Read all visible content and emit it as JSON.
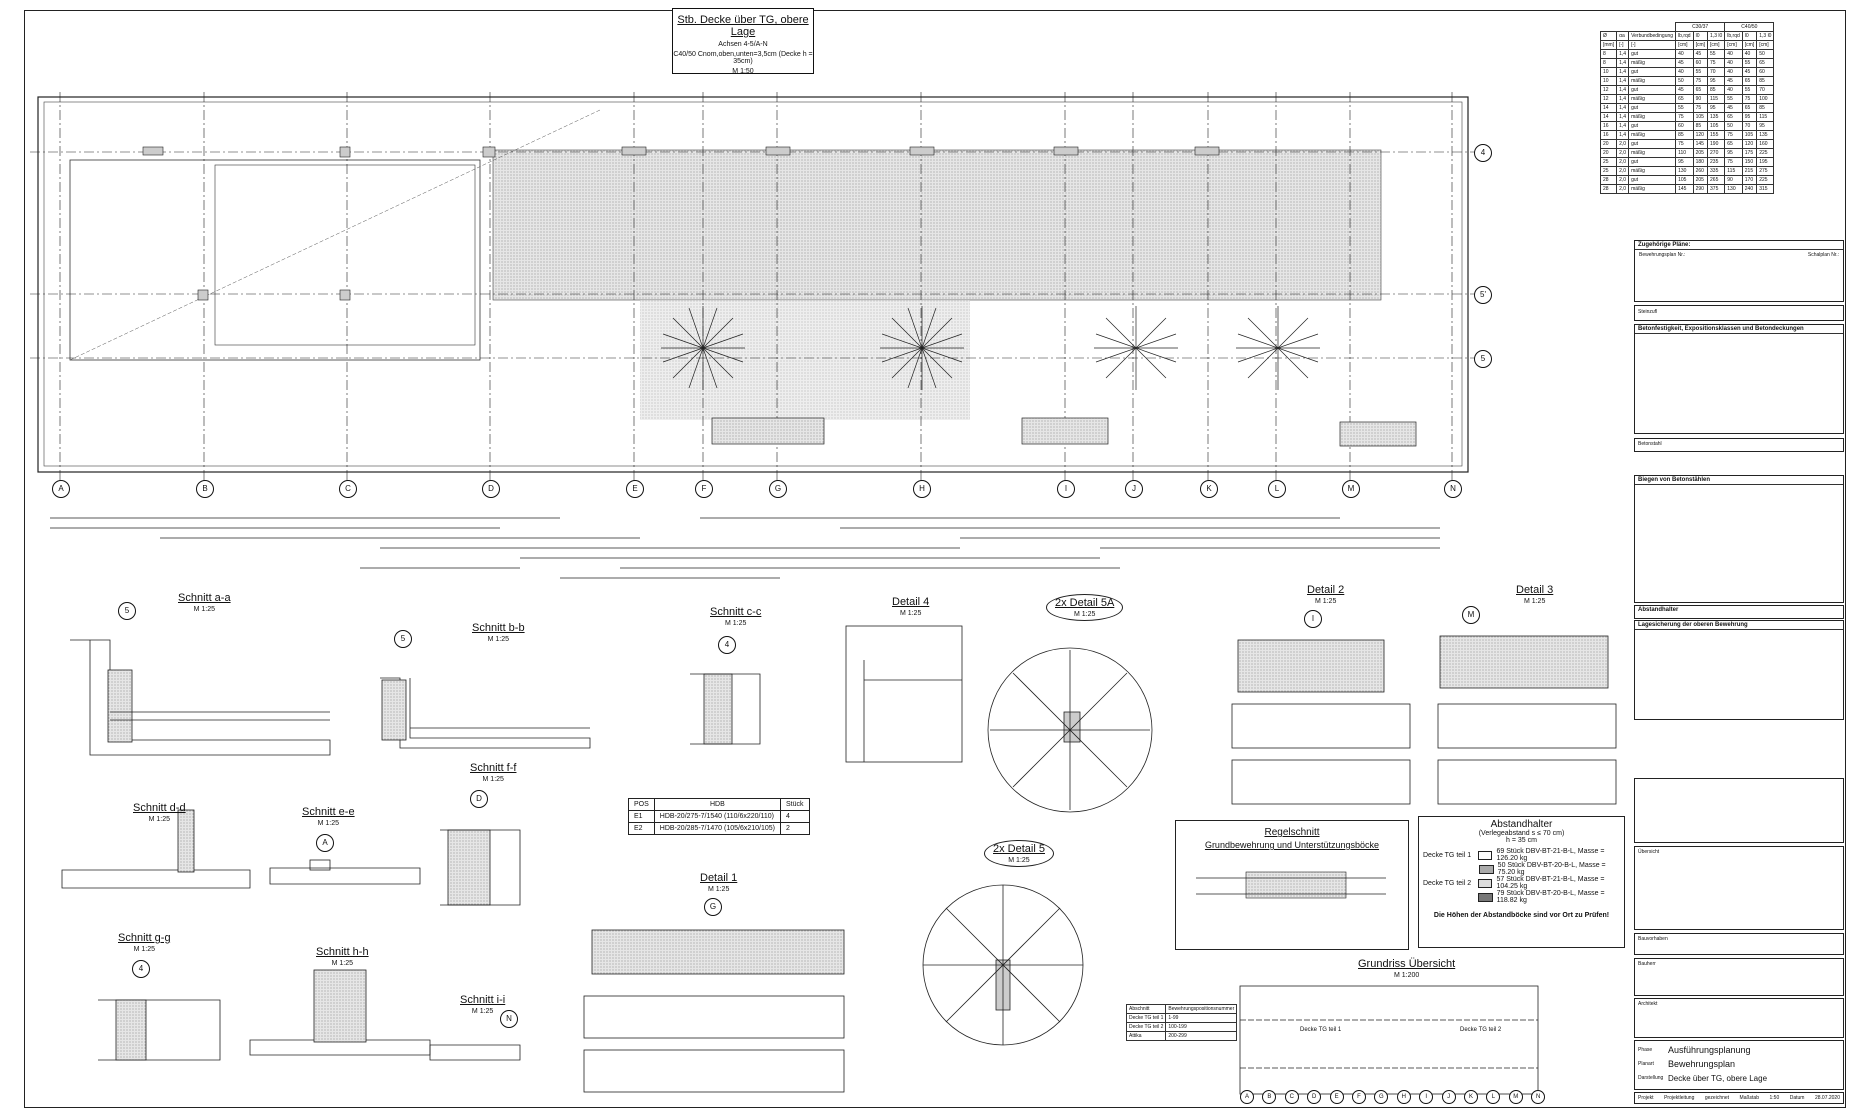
{
  "sheet": {
    "title": "Stb. Decke über TG, obere Lage",
    "axes": "Achsen 4-5/A-N",
    "concrete": "C40/50 Cnom,oben,unten=3,5cm (Decke h = 35cm)",
    "scale": "M 1:50"
  },
  "grid_letters": [
    "A",
    "B",
    "C",
    "D",
    "E",
    "F",
    "G",
    "H",
    "I",
    "J",
    "K",
    "L",
    "M",
    "N"
  ],
  "grid_numbers": [
    "4",
    "5'",
    "5"
  ],
  "sections": {
    "aa": {
      "name": "Schnitt a-a",
      "scale": "M 1:25",
      "axis": "5"
    },
    "bb": {
      "name": "Schnitt b-b",
      "scale": "M 1:25",
      "axis": "5"
    },
    "cc": {
      "name": "Schnitt c-c",
      "scale": "M 1:25",
      "axis": "4"
    },
    "dd": {
      "name": "Schnitt d-d",
      "scale": "M 1:25"
    },
    "ee": {
      "name": "Schnitt e-e",
      "scale": "M 1:25",
      "axis": "A"
    },
    "ff": {
      "name": "Schnitt f-f",
      "scale": "M 1:25",
      "axis": "D"
    },
    "gg": {
      "name": "Schnitt g-g",
      "scale": "M 1:25",
      "axis": "4"
    },
    "hh": {
      "name": "Schnitt h-h",
      "scale": "M 1:25"
    },
    "ii": {
      "name": "Schnitt i-i",
      "scale": "M 1:25",
      "axis": "N"
    }
  },
  "details": {
    "d4": {
      "name": "Detail 4",
      "scale": "M 1:25"
    },
    "d5a": {
      "name": "2x Detail 5A",
      "scale": "M 1:25"
    },
    "d2": {
      "name": "Detail 2",
      "scale": "M 1:25",
      "axis": "I"
    },
    "d3": {
      "name": "Detail 3",
      "scale": "M 1:25",
      "axis": "M"
    },
    "d1": {
      "name": "Detail 1",
      "scale": "M 1:25",
      "axis": "G"
    },
    "d5": {
      "name": "2x Detail 5",
      "scale": "M 1:25"
    }
  },
  "pos_table": {
    "headers": [
      "POS",
      "HDB",
      "Stück"
    ],
    "rows": [
      [
        "E1",
        "HDB-20/275-7/1540 (110/6x220/110)",
        "4"
      ],
      [
        "E2",
        "HDB-20/285-7/1470 (105/6x210/105)",
        "2"
      ]
    ]
  },
  "regelschnitt": {
    "title": "Regelschnitt",
    "subtitle": "Grundbewehrung und Unterstützungsböcke"
  },
  "abstandhalter": {
    "title": "Abstandhalter",
    "sub1": "(Verlegeabstand s ≤ 70 cm)",
    "sub2": "h = 35 cm",
    "rows": [
      {
        "part": "Decke TG teil 1",
        "text": "69 Stück DBV-BT-21-B-L, Masse = 126.20 kg"
      },
      {
        "part": "",
        "text": "50 Stück DBV-BT-20-B-L, Masse = 75.20 kg"
      },
      {
        "part": "Decke TG teil 2",
        "text": "57 Stück DBV-BT-21-B-L, Masse = 104.25 kg"
      },
      {
        "part": "",
        "text": "79 Stück DBV-BT-20-B-L, Masse = 118.82 kg"
      }
    ],
    "note": "Die Höhen der Abstandböcke sind vor Ort zu Prüfen!"
  },
  "grundriss": {
    "name": "Grundriss Übersicht",
    "scale": "M 1:200",
    "part1": "Decke TG teil 1",
    "part2": "Decke TG teil 2"
  },
  "overview_table": {
    "headers": [
      "Abschnitt",
      "Bewehrungspositionsnummer"
    ],
    "rows": [
      [
        "Decke TG teil 1",
        "1-99"
      ],
      [
        "Decke TG teil 2",
        "100-199"
      ],
      [
        "Attika",
        "200-299"
      ]
    ]
  },
  "anchor_table": {
    "top": [
      "C30/37",
      "C40/50"
    ],
    "headers": [
      "Ø",
      "αa",
      "Verbundbedingung",
      "lb,rqd",
      "l0",
      "1,3 l0",
      "lb,rqd",
      "l0",
      "1,3 l0"
    ],
    "units": [
      "[mm]",
      "[-]",
      "[-]",
      "[cm]",
      "[cm]",
      "[cm]",
      "[cm]",
      "[cm]",
      "[cm]"
    ],
    "rows": [
      [
        "8",
        "1,4",
        "gut",
        "40",
        "45",
        "55",
        "40",
        "40",
        "50"
      ],
      [
        "8",
        "1,4",
        "mäßig",
        "45",
        "60",
        "75",
        "40",
        "55",
        "65"
      ],
      [
        "10",
        "1,4",
        "gut",
        "40",
        "55",
        "70",
        "40",
        "45",
        "60"
      ],
      [
        "10",
        "1,4",
        "mäßig",
        "50",
        "75",
        "95",
        "45",
        "65",
        "85"
      ],
      [
        "12",
        "1,4",
        "gut",
        "45",
        "65",
        "85",
        "40",
        "55",
        "70"
      ],
      [
        "12",
        "1,4",
        "mäßig",
        "65",
        "90",
        "115",
        "55",
        "75",
        "100"
      ],
      [
        "14",
        "1,4",
        "gut",
        "55",
        "75",
        "95",
        "45",
        "65",
        "85"
      ],
      [
        "14",
        "1,4",
        "mäßig",
        "75",
        "105",
        "135",
        "65",
        "95",
        "115"
      ],
      [
        "16",
        "1,4",
        "gut",
        "60",
        "85",
        "105",
        "50",
        "70",
        "95"
      ],
      [
        "16",
        "1,4",
        "mäßig",
        "85",
        "120",
        "155",
        "75",
        "105",
        "135"
      ],
      [
        "20",
        "2,0",
        "gut",
        "75",
        "145",
        "190",
        "65",
        "120",
        "160"
      ],
      [
        "20",
        "2,0",
        "mäßig",
        "110",
        "205",
        "270",
        "95",
        "175",
        "225"
      ],
      [
        "25",
        "2,0",
        "gut",
        "95",
        "180",
        "235",
        "75",
        "150",
        "195"
      ],
      [
        "25",
        "2,0",
        "mäßig",
        "130",
        "260",
        "335",
        "115",
        "215",
        "275"
      ],
      [
        "28",
        "2,0",
        "gut",
        "105",
        "205",
        "265",
        "90",
        "170",
        "225"
      ],
      [
        "28",
        "2,0",
        "mäßig",
        "145",
        "290",
        "375",
        "130",
        "240",
        "315"
      ]
    ]
  },
  "plans_panel": {
    "title": "Zugehörige Pläne:",
    "left": "Bewehrungsplan Nr.:",
    "right": "Schalplan Nr.:"
  },
  "panels": {
    "steinzuf": "Steinzufl",
    "beton": "Betonfestigkeit, Expositionsklassen und Betondeckungen",
    "betonstahl": "Betonstahl",
    "biegen": "Biegen von Betonstählen",
    "abstand": "Abstandhalter",
    "lage": "Lagesicherung der oberen Bewehrung"
  },
  "title_block": {
    "phase_label": "Phase",
    "phase": "Ausführungsplanung",
    "plan_label": "Planart",
    "plan": "Bewehrungsplan",
    "content_label": "Darstellung",
    "content": "Decke über TG, obere Lage",
    "bauherr": "Bauherr",
    "architekt": "Architekt",
    "bauvorhaben": "Bauvorhaben",
    "ubersicht": "Übersicht",
    "footer": [
      "Projekt",
      "Projektleitung",
      "gezeichnet",
      "Maßstab",
      "1:50",
      "Datum",
      "28.07.2020"
    ]
  }
}
